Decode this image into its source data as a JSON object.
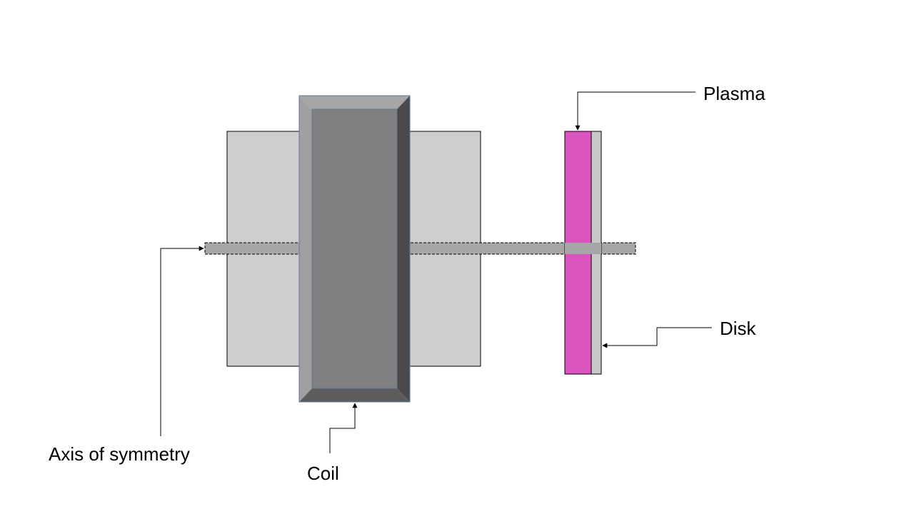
{
  "labels": {
    "plasma": "Plasma",
    "disk": "Disk",
    "axis": "Axis of symmetry",
    "coil": "Coil"
  },
  "colors": {
    "background": "#ffffff",
    "core_block": "#d0cfd0",
    "coil_face": "#808080",
    "coil_bevel_top": "#a6a6a6",
    "coil_bevel_left": "#a0a0a0",
    "coil_bevel_right": "#4a4a4a",
    "coil_bevel_bottom": "#5c5c5c",
    "axis_rod": "#a6a6a6",
    "plasma": "#dc55be",
    "disk": "#c8c8c8",
    "line": "#000000"
  }
}
